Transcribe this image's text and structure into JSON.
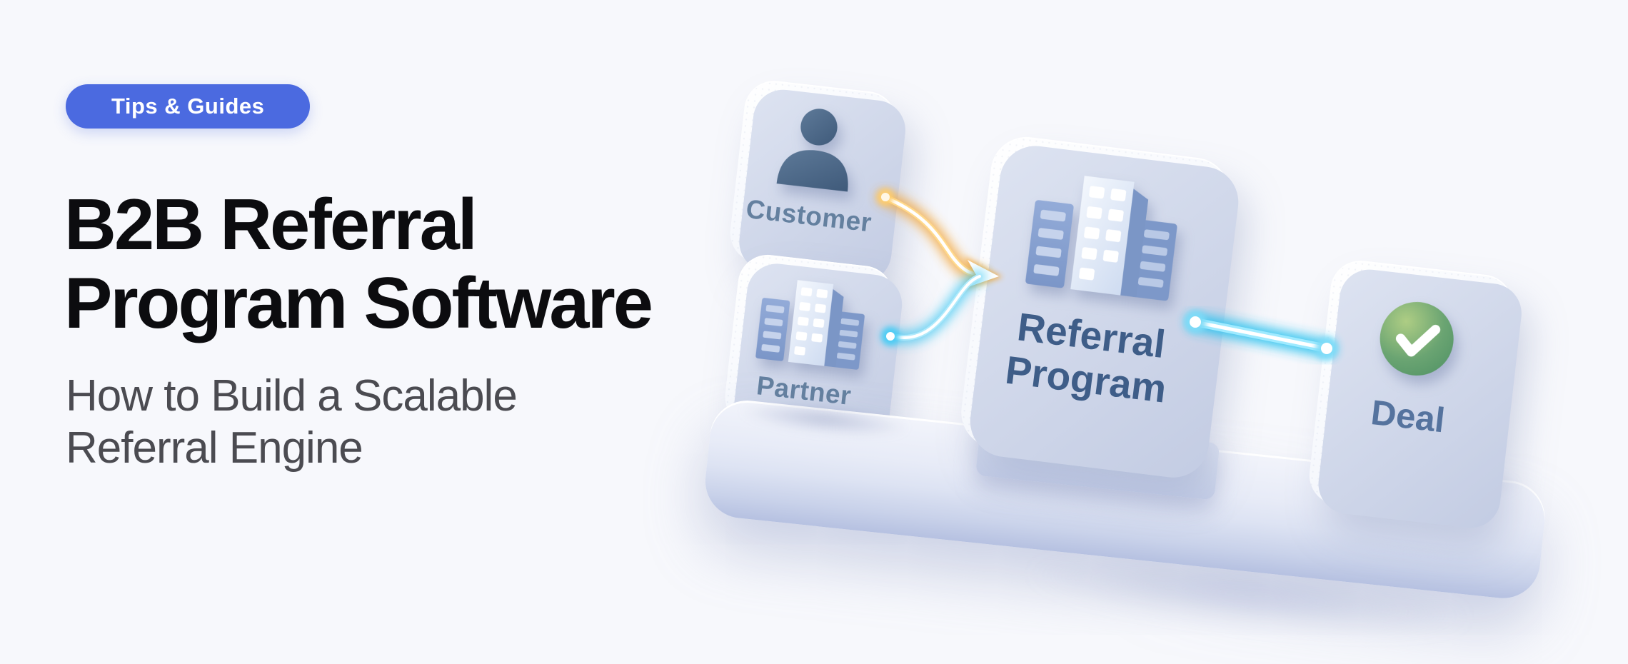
{
  "page": {
    "background_color": "#f7f8fc"
  },
  "badge": {
    "label": "Tips & Guides",
    "background_color": "#4b6ae0",
    "text_color": "#ffffff"
  },
  "heading": {
    "line1": "B2B Referral",
    "line2": "Program Software",
    "color": "#0c0c0f"
  },
  "subtitle": {
    "line1": "How to Build a Scalable",
    "line2": "Referral Engine",
    "color": "#4b4b51"
  },
  "illustration": {
    "nodes": [
      {
        "id": "customer",
        "label": "Customer",
        "icon": "person-icon",
        "label_color": "#64809f"
      },
      {
        "id": "partner",
        "label": "Partner",
        "icon": "buildings-icon",
        "label_color": "#64809f"
      },
      {
        "id": "referral_program",
        "label": "Referral Program",
        "icon": "buildings-icon",
        "label_color": "#3e5d88"
      },
      {
        "id": "deal",
        "label": "Deal",
        "icon": "check-circle-icon",
        "label_color": "#55739e"
      }
    ],
    "connectors": [
      {
        "from": "customer",
        "to": "referral_program",
        "shape": "glow-curve-with-arrow",
        "glow_color": "#f3a73c"
      },
      {
        "from": "partner",
        "to": "referral_program",
        "shape": "glow-curve",
        "glow_color": "#38c7f2"
      },
      {
        "from": "referral_program",
        "to": "deal",
        "shape": "glow-straight-tube",
        "glow_color": "#38c7f2"
      }
    ],
    "accent_colors": {
      "check_green": "#57986a",
      "building_blue": "#7e9acb",
      "person_slate": "#4e6b8d",
      "platform_lavender": "#dde3f3",
      "orange_glow": "#f3a73c",
      "cyan_glow": "#38c7f2"
    }
  }
}
